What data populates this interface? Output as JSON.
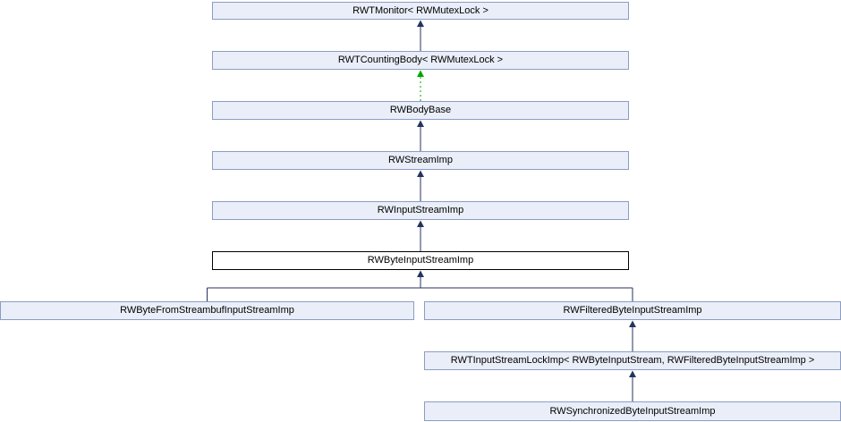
{
  "diagram": {
    "type": "class-inheritance-graph",
    "nodes": [
      {
        "label": "RWTMonitor< RWMutexLock >"
      },
      {
        "label": "RWTCountingBody< RWMutexLock >"
      },
      {
        "label": "RWBodyBase"
      },
      {
        "label": "RWStreamImp"
      },
      {
        "label": "RWInputStreamImp"
      },
      {
        "label": "RWByteInputStreamImp",
        "current": true
      },
      {
        "label": "RWByteFromStreambufInputStreamImp"
      },
      {
        "label": "RWFilteredByteInputStreamImp"
      },
      {
        "label": "RWTInputStreamLockImp< RWByteInputStream, RWFilteredByteInputStreamImp >"
      },
      {
        "label": "RWSynchronizedByteInputStreamImp"
      }
    ],
    "edges": [
      {
        "from": "RWTCountingBody< RWMutexLock >",
        "to": "RWTMonitor< RWMutexLock >",
        "style": "solid"
      },
      {
        "from": "RWBodyBase",
        "to": "RWTCountingBody< RWMutexLock >",
        "style": "dotted-green"
      },
      {
        "from": "RWStreamImp",
        "to": "RWBodyBase",
        "style": "solid"
      },
      {
        "from": "RWInputStreamImp",
        "to": "RWStreamImp",
        "style": "solid"
      },
      {
        "from": "RWByteInputStreamImp",
        "to": "RWInputStreamImp",
        "style": "solid"
      },
      {
        "from": "RWByteFromStreambufInputStreamImp",
        "to": "RWByteInputStreamImp",
        "style": "solid"
      },
      {
        "from": "RWFilteredByteInputStreamImp",
        "to": "RWByteInputStreamImp",
        "style": "solid"
      },
      {
        "from": "RWTInputStreamLockImp< RWByteInputStream, RWFilteredByteInputStreamImp >",
        "to": "RWFilteredByteInputStreamImp",
        "style": "solid"
      },
      {
        "from": "RWSynchronizedByteInputStreamImp",
        "to": "RWTInputStreamLockImp< RWByteInputStream, RWFilteredByteInputStreamImp >",
        "style": "solid"
      }
    ],
    "colors": {
      "node_fill": "#e9eef8",
      "node_border": "#8d9cc3",
      "highlight_fill": "#ffffff",
      "highlight_border": "#000000",
      "arrow": "#25335f",
      "dependency_arrow": "#00a600",
      "background": "#ffffff"
    }
  }
}
